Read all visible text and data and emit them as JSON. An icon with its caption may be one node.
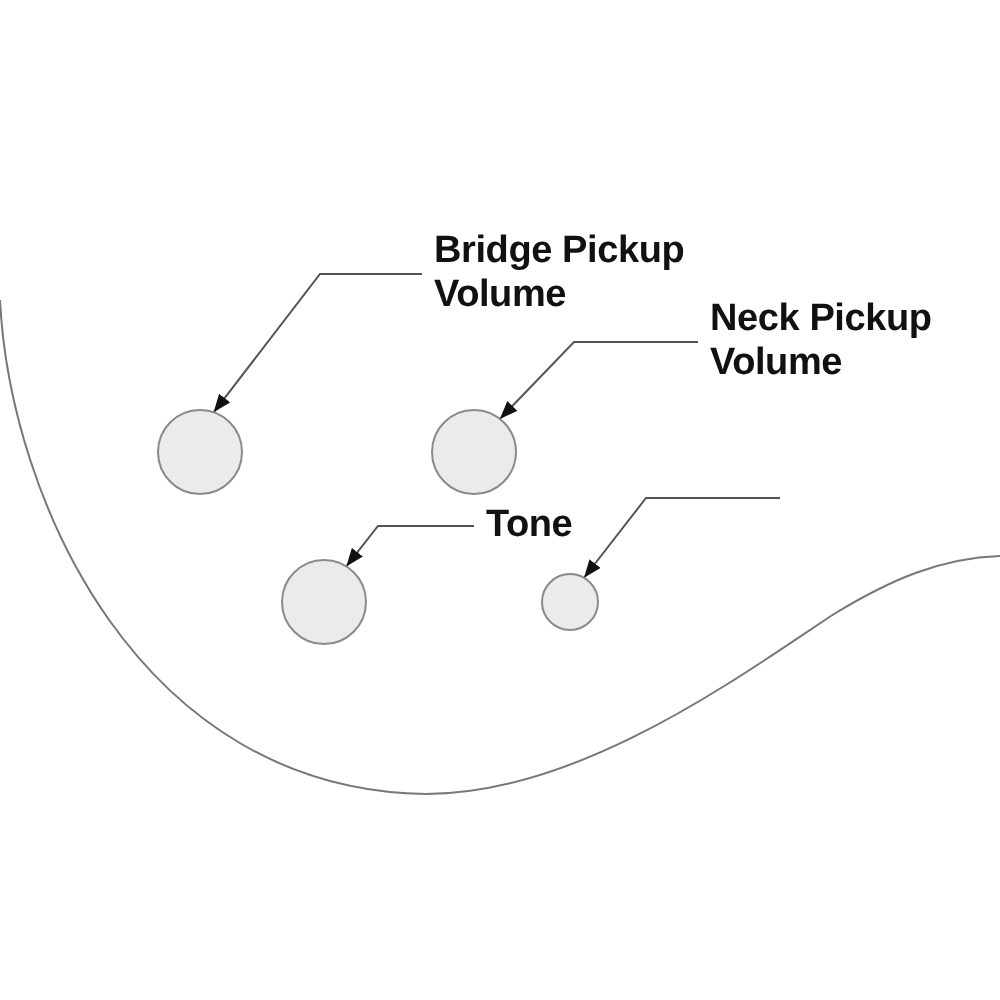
{
  "diagram": {
    "nodes": [
      {
        "text": [
          "Bridge Pickup Volume"
        ]
      },
      {
        "text": [
          "Neck Pickup Volume"
        ]
      },
      {
        "text": [
          "Tone"
        ]
      },
      {
        "text": [],
        "shape": "circle"
      },
      {
        "text": [],
        "shape": "circle"
      },
      {
        "text": [],
        "shape": "circle"
      },
      {
        "text": [],
        "shape": "circle"
      }
    ],
    "edges": [
      {
        "from": 0,
        "to": 3,
        "arrow": "to"
      },
      {
        "from": 1,
        "to": 4,
        "arrow": "to"
      },
      {
        "from": 2,
        "to": 5,
        "arrow": "to"
      },
      {
        "from": null,
        "to": 6,
        "arrow": "to"
      }
    ]
  }
}
